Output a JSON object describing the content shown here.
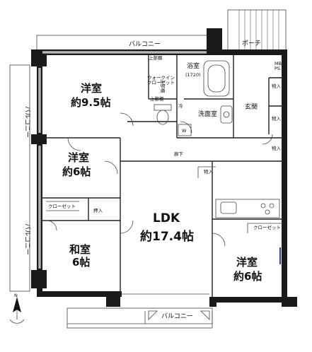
{
  "balconies": {
    "top": "バルコニー",
    "left_upper": "バルコニー",
    "left_lower": "バルコニー",
    "bottom": "バルコニー"
  },
  "porch": "ポーチ",
  "meter": "MB\nPS",
  "rooms": {
    "western_main_name": "洋室",
    "western_main_size": "約9.5帖",
    "western_mid_name": "洋室",
    "western_mid_size": "約6帖",
    "japanese_name": "和室",
    "japanese_size": "6帖",
    "ldk_name": "LDK",
    "ldk_size": "約17.4帖",
    "western_right_name": "洋室",
    "western_right_size": "約6帖"
  },
  "labels": {
    "walk_in_closet": "ウォークイン\nクローゼット",
    "bath": "浴室",
    "bath_size": "(1720)",
    "washroom": "洗面室",
    "entrance": "玄関",
    "hallway": "廊下",
    "upper_shelf_1": "上部棚",
    "upper_shelf_2": "上部棚",
    "upper_shelf_3": "上部棚",
    "storage_1": "物入",
    "storage_2": "物入",
    "storage_3": "物入",
    "storage_4": "物入",
    "closet_left": "クローゼット",
    "closet_right": "クローゼット",
    "oshiire": "押入",
    "fridge_mark": "冷",
    "laundry_mark": "W"
  },
  "compass": "N"
}
